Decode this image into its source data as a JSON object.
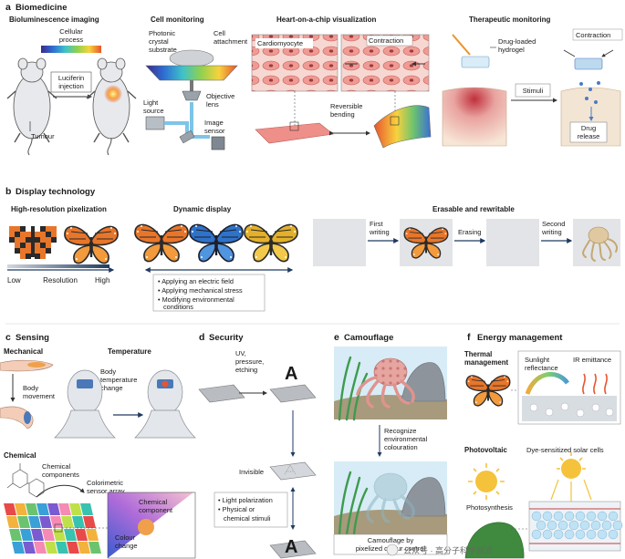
{
  "panel_a": {
    "letter": "a",
    "heading": "Biomedicine",
    "bioluminescence": {
      "title": "Bioluminescence imaging",
      "colour_bar_line1": "Cellular",
      "colour_bar_line2": "process",
      "injection_line1": "Luciferin",
      "injection_line2": "injection",
      "tumour": "Tumour"
    },
    "cell_monitoring": {
      "title": "Cell monitoring",
      "substrate_line1": "Photonic",
      "substrate_line2": "crystal",
      "substrate_line3": "substrate",
      "attachment_line1": "Cell",
      "attachment_line2": "attachment",
      "objective_line1": "Objective",
      "objective_line2": "lens",
      "light_line1": "Light",
      "light_line2": "source",
      "sensor_line1": "Image",
      "sensor_line2": "sensor"
    },
    "heart_on_chip": {
      "title": "Heart-on-a-chip visualization",
      "cardiomyocyte": "Cardiomyocyte",
      "contraction": "Contraction",
      "bending_line1": "Reversible",
      "bending_line2": "bending"
    },
    "therapeutic": {
      "title": "Therapeutic monitoring",
      "hydrogel_line1": "Drug-loaded",
      "hydrogel_line2": "hydrogel",
      "contraction": "Contraction",
      "stimuli": "Stimuli",
      "release_line1": "Drug",
      "release_line2": "release"
    }
  },
  "panel_b": {
    "letter": "b",
    "heading": "Display technology",
    "pixelization": {
      "title": "High-resolution pixelization",
      "low": "Low",
      "resolution": "Resolution",
      "high": "High"
    },
    "dynamic": {
      "title": "Dynamic display",
      "bullets": [
        "Applying an electric field",
        "Applying mechanical stress",
        "Modifying environmental"
      ],
      "bullet_continuation": "conditions"
    },
    "erasable": {
      "title": "Erasable and rewritable",
      "first_line1": "First",
      "first_line2": "writing",
      "erasing": "Erasing",
      "second_line1": "Second",
      "second_line2": "writing"
    }
  },
  "panel_c": {
    "letter": "c",
    "heading": "Sensing",
    "mechanical": "Mechanical",
    "body_movement_line1": "Body",
    "body_movement_line2": "movement",
    "temperature": "Temperature",
    "temp_change_line1": "Body",
    "temp_change_line2": "temperature",
    "temp_change_line3": "change",
    "chemical": "Chemical",
    "components_line1": "Chemical",
    "components_line2": "components",
    "sensor_line1": "Colorimetric",
    "sensor_line2": "sensor array",
    "component_line1": "Chemical",
    "component_line2": "component",
    "colour_change_line1": "Colour",
    "colour_change_line2": "change"
  },
  "panel_d": {
    "letter": "d",
    "heading": "Security",
    "uv_line1": "UV,",
    "uv_line2": "pressure,",
    "uv_line3": "etching",
    "plate_letter": "A",
    "invisible": "Invisible",
    "bullets": [
      "Light polarization",
      "Physical or"
    ],
    "bullet_continuation": "chemical stimuli"
  },
  "panel_e": {
    "letter": "e",
    "heading": "Camouflage",
    "recognize_line1": "Recognize",
    "recognize_line2": "environmental",
    "recognize_line3": "colouration",
    "pixel_line1": "Camouflage by",
    "pixel_line2": "pixelized colour control"
  },
  "panel_f": {
    "letter": "f",
    "heading": "Energy management",
    "thermal_line1": "Thermal",
    "thermal_line2": "management",
    "sunlight_line1": "Sunlight",
    "sunlight_line2": "reflectance",
    "ir": "IR emittance",
    "photovoltaic": "Photovoltaic",
    "dye": "Dye-sensitized solar cells",
    "photosynthesis": "Photosynthesis"
  },
  "watermark": {
    "text": "公众号 · 高分子科学前沿"
  },
  "colors": {
    "blue": "#4a78b8",
    "orange": "#e67e22",
    "pink": "#f4c3c0",
    "navy": "#1f3a60"
  }
}
